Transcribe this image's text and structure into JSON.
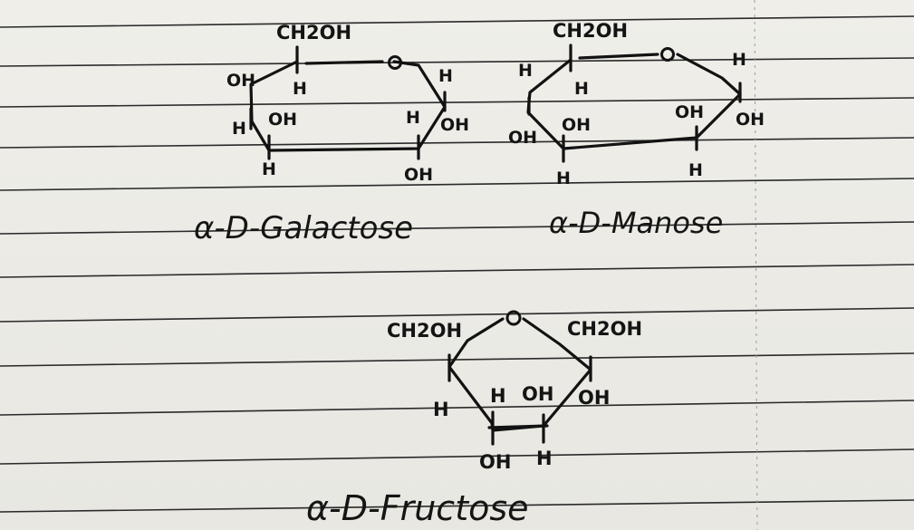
{
  "galactose": {
    "top": "CH2OH",
    "c4_oh": "OH",
    "c4_h": "H",
    "ring_o": "O",
    "c1_h": "H",
    "c3_h": "H",
    "c3_oh": "OH",
    "c2_h": "H",
    "c1_oh": "OH",
    "c3_bottom_h": "H",
    "c2_bottom_oh": "OH",
    "name": "α-D-Galactose"
  },
  "mannose": {
    "top": "CH2OH",
    "c4_h": "H",
    "c4_h2": "H",
    "ring_o": "O",
    "c1_h": "H",
    "c3_oh": "OH",
    "c3_oh2": "OH",
    "c2_oh": "OH",
    "c1_oh": "OH",
    "c3_bottom_h": "H",
    "c2_bottom_h": "H",
    "name": "α-D-Manose"
  },
  "fructose": {
    "left_top": "CH2OH",
    "ring_o": "O",
    "right_top": "CH2OH",
    "left_h": "H",
    "c4_h": "H",
    "c3_oh": "OH",
    "right_oh": "OH",
    "bottom_oh": "OH",
    "bottom_h": "H",
    "name": "α-D-Fructose"
  }
}
